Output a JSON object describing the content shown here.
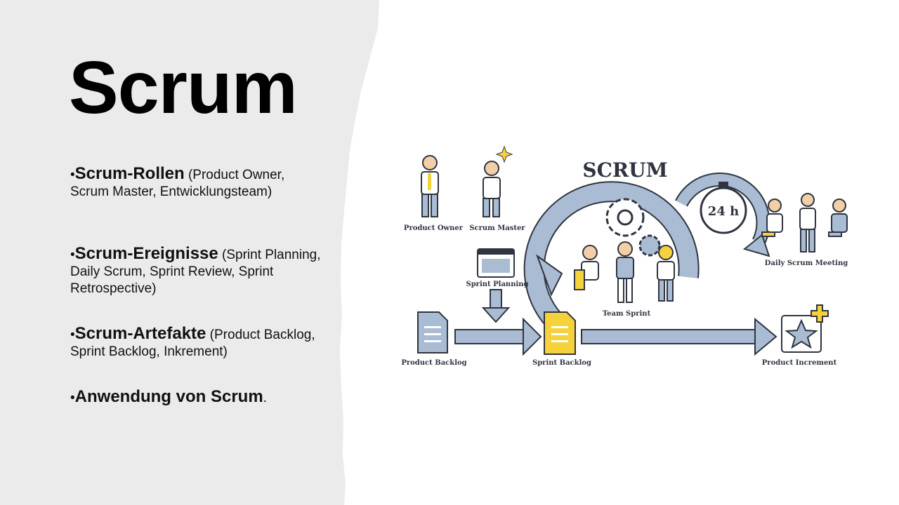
{
  "slide": {
    "title": "Scrum",
    "bullets": [
      {
        "marker": "•",
        "main": "Scrum-Rollen",
        "detail": " (Product Owner, Scrum Master, Entwicklungsteam)"
      },
      {
        "marker": "•",
        "main": "Scrum-Ereignisse",
        "detail": " (Sprint Planning, Daily Scrum, Sprint Review, Sprint Retrospective)"
      },
      {
        "marker": "•",
        "main": "Scrum-Artefakte",
        "detail": " (Product Backlog, Sprint Backlog, Inkrement)"
      },
      {
        "marker": "•",
        "main": "Anwendung von Scrum",
        "detail": "."
      }
    ]
  },
  "diagram": {
    "title": "SCRUM",
    "timer": "24 h",
    "labels": {
      "product_owner": "Product Owner",
      "scrum_master": "Scrum Master",
      "sprint_planning": "Sprint Planning",
      "team_sprint": "Team Sprint",
      "daily_scrum": "Daily Scrum Meeting",
      "product_backlog": "Product Backlog",
      "sprint_backlog": "Sprint Backlog",
      "product_increment": "Product Increment"
    }
  },
  "colors": {
    "left_panel": "#ebebeb",
    "accent_blue": "#a9bcd3",
    "accent_yellow": "#f5d23b",
    "outline": "#2f3440"
  }
}
